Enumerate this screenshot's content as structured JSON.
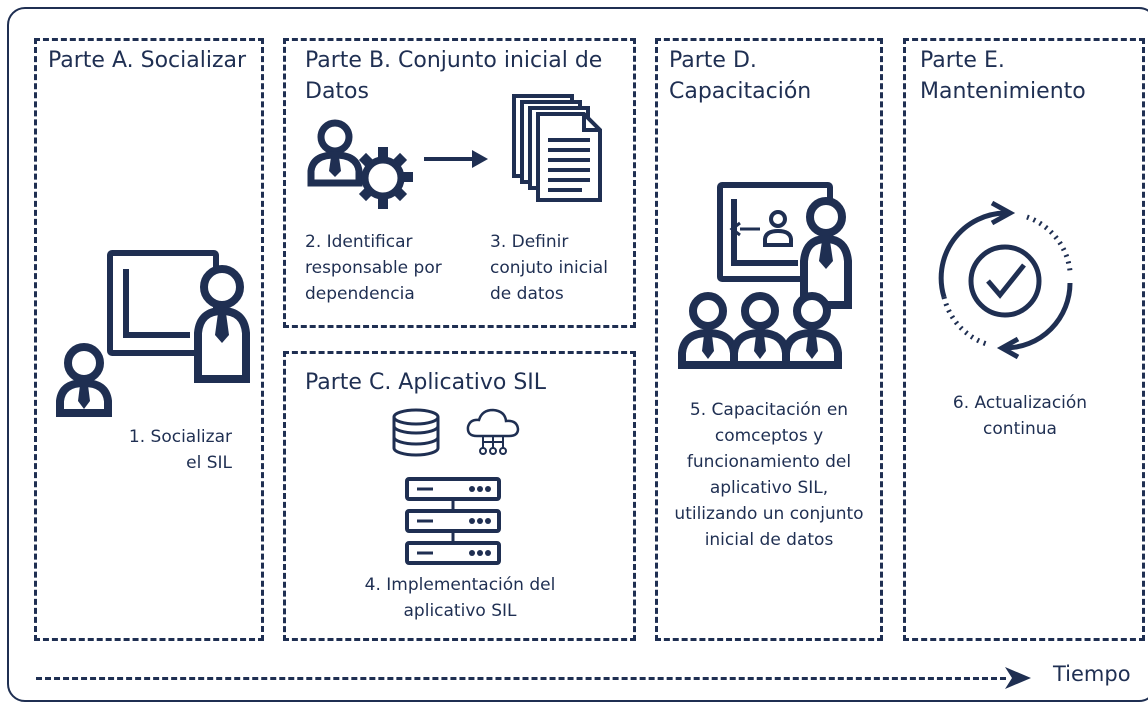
{
  "colors": {
    "primary": "#1f2f52",
    "background": "#ffffff"
  },
  "panels": {
    "a": {
      "title": "Parte A. Socializar",
      "step": "1. Socializar\nel SIL",
      "icon": "presenter-audience-icon"
    },
    "b": {
      "title": "Parte B. Conjunto inicial de\nDatos",
      "step1": "2. Identificar\nresponsable por\ndependencia",
      "step2": "3. Definir\nconjuto inicial\nde datos",
      "icons": [
        "user-gear-icon",
        "arrow-right-icon",
        "documents-stack-icon"
      ]
    },
    "c": {
      "title": "Parte C. Aplicativo SIL",
      "step": "4. Implementación del\naplicativo SIL",
      "icons": [
        "database-icon",
        "cloud-network-icon",
        "server-rack-icon"
      ]
    },
    "d": {
      "title": "Parte D.\nCapacitación",
      "step": "5. Capacitación en\ncomceptos y\nfuncionamiento del\naplicativo SIL,\nutilizando un conjunto\ninicial de datos",
      "icon": "training-presentation-icon"
    },
    "e": {
      "title": "Parte E.\nMantenimiento",
      "step": "6. Actualización\ncontinua",
      "icon": "cycle-check-icon"
    }
  },
  "timeline": {
    "label": "Tiempo"
  }
}
